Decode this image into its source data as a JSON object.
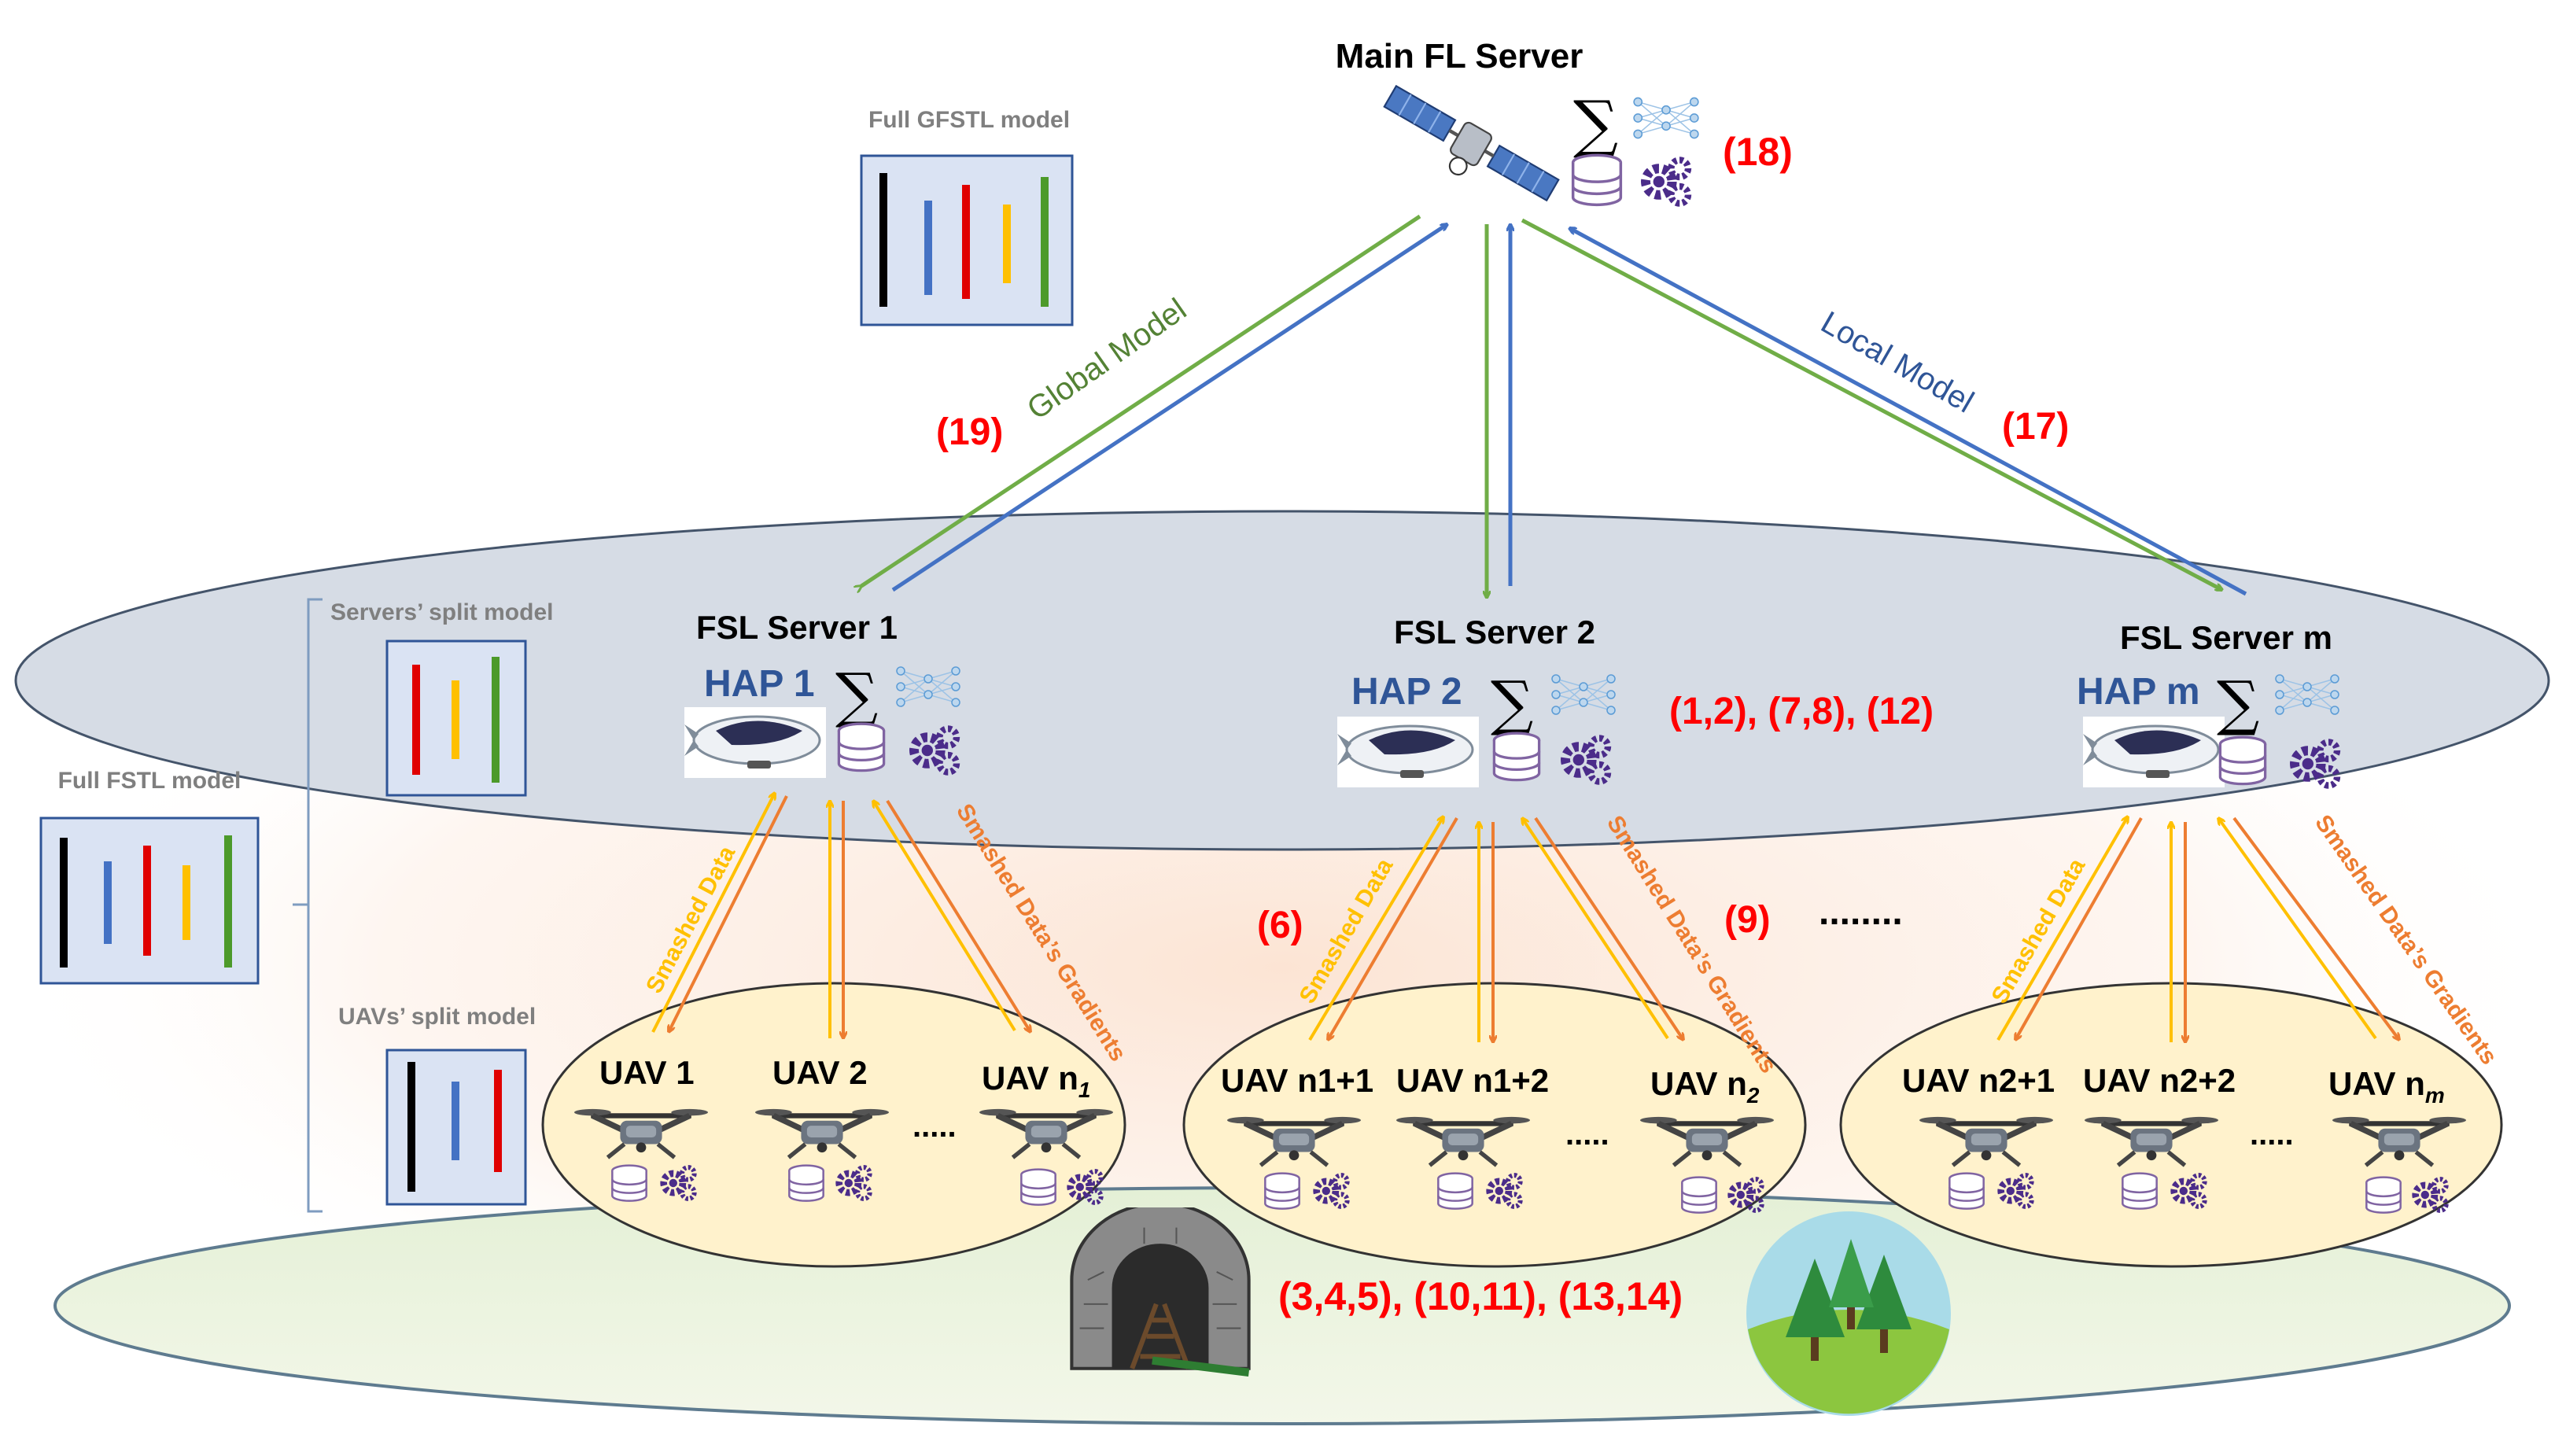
{
  "main_server": {
    "title": "Main FL Server",
    "eq": "(18)"
  },
  "models": {
    "full_gfstl": "Full GFSTL model",
    "servers_split": "Servers’ split model",
    "full_fstl": "Full FSTL model",
    "uavs_split": "UAVs’ split model"
  },
  "links": {
    "global_model": "Global Model",
    "local_model": "Local Model",
    "eq_global": "(19)",
    "eq_local": "(17)"
  },
  "servers": [
    {
      "name": "FSL Server 1",
      "hap": "HAP 1"
    },
    {
      "name": "FSL Server 2",
      "hap": "HAP 2"
    },
    {
      "name": "FSL Server m",
      "hap": "HAP m"
    }
  ],
  "server_eq": "(1,2), (7,8), (12)",
  "uplink_label": "Smashed Data",
  "downlink_label": "Smashed Data’s Gradients",
  "eq_up": "(6)",
  "eq_down": "(9)",
  "more_dots": "........",
  "uav_dots": ".....",
  "clusters": [
    {
      "uavs": [
        "UAV 1",
        "UAV 2",
        "UAV n",
        "1"
      ]
    },
    {
      "uavs": [
        "UAV n1+1",
        "UAV n1+2",
        "UAV n",
        "2"
      ]
    },
    {
      "uavs": [
        "UAV n2+1",
        "UAV n2+2",
        "UAV n",
        "m"
      ]
    }
  ],
  "ground_eq": "(3,4,5), (10,11), (13,14)",
  "colors": {
    "global": "#70ad47",
    "local": "#4472c4",
    "uplink": "#ffc000",
    "downlink": "#ed7d31",
    "eq_red": "#ff0000",
    "hap_blue": "#2f5597",
    "sky_ellipse": "#d6dce5",
    "uav_ellipse": "#fff2cc"
  }
}
